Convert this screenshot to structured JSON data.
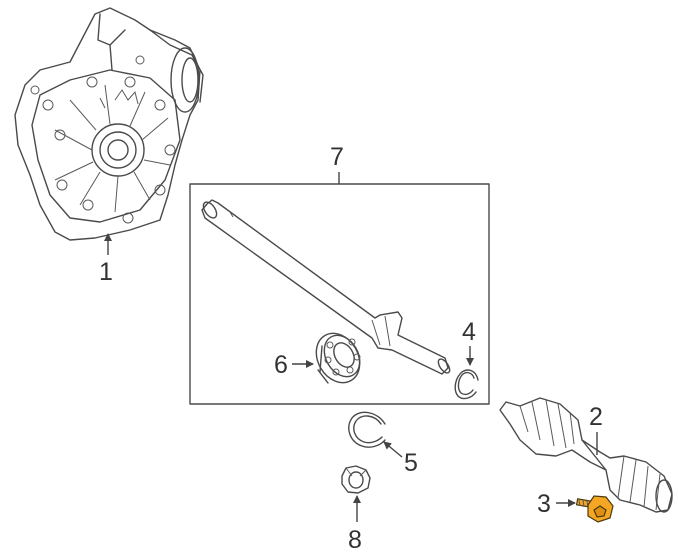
{
  "colors": {
    "line": "#4a4a4a",
    "highlight": "#f5a623",
    "background": "#ffffff"
  },
  "callouts": {
    "c1": "1",
    "c2": "2",
    "c3": "3",
    "c4": "4",
    "c5": "5",
    "c6": "6",
    "c7": "7",
    "c8": "8"
  },
  "highlighted_part": "3"
}
